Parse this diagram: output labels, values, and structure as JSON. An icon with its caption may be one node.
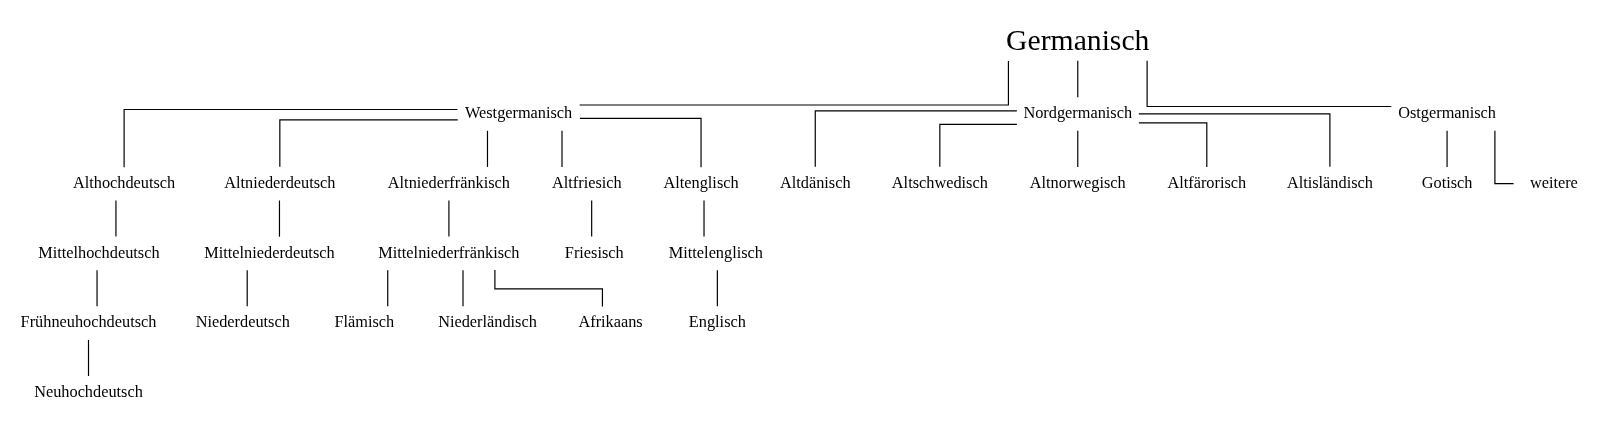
{
  "diagram": {
    "nodes": [
      {
        "text": [
          "Germanisch"
        ]
      },
      {
        "text": [
          "Westgermanisch"
        ]
      },
      {
        "text": [
          "Nordgermanisch"
        ]
      },
      {
        "text": [
          "Ostgermanisch"
        ]
      },
      {
        "text": [
          "Althochdeutsch"
        ]
      },
      {
        "text": [
          "Altniederdeutsch"
        ]
      },
      {
        "text": [
          "Altniederfränkisch"
        ]
      },
      {
        "text": [
          "Altfriesich"
        ]
      },
      {
        "text": [
          "Altenglisch"
        ]
      },
      {
        "text": [
          "Altdänisch"
        ]
      },
      {
        "text": [
          "Altschwedisch"
        ]
      },
      {
        "text": [
          "Altnorwegisch"
        ]
      },
      {
        "text": [
          "Altfärorisch"
        ]
      },
      {
        "text": [
          "Altisländisch"
        ]
      },
      {
        "text": [
          "Gotisch"
        ]
      },
      {
        "text": [
          "weitere"
        ]
      },
      {
        "text": [
          "Mittelhochdeutsch"
        ]
      },
      {
        "text": [
          "Mittelniederdeutsch"
        ]
      },
      {
        "text": [
          "Mittelniederfränkisch"
        ]
      },
      {
        "text": [
          "Friesisch"
        ]
      },
      {
        "text": [
          "Mittelenglisch"
        ]
      },
      {
        "text": [
          "Frühneuhochdeutsch"
        ]
      },
      {
        "text": [
          "Niederdeutsch"
        ]
      },
      {
        "text": [
          "Flämisch"
        ]
      },
      {
        "text": [
          "Niederländisch"
        ]
      },
      {
        "text": [
          "Afrikaans"
        ]
      },
      {
        "text": [
          "Englisch"
        ]
      },
      {
        "text": [
          "Neuhochdeutsch"
        ]
      }
    ],
    "edges": [
      {
        "from": 0,
        "to": 1,
        "arrow": "none"
      },
      {
        "from": 0,
        "to": 2,
        "arrow": "none"
      },
      {
        "from": 0,
        "to": 3,
        "arrow": "none"
      },
      {
        "from": 1,
        "to": 4,
        "arrow": "none"
      },
      {
        "from": 1,
        "to": 5,
        "arrow": "none"
      },
      {
        "from": 1,
        "to": 6,
        "arrow": "none"
      },
      {
        "from": 1,
        "to": 7,
        "arrow": "none"
      },
      {
        "from": 1,
        "to": 8,
        "arrow": "none"
      },
      {
        "from": 2,
        "to": 9,
        "arrow": "none"
      },
      {
        "from": 2,
        "to": 10,
        "arrow": "none"
      },
      {
        "from": 2,
        "to": 11,
        "arrow": "none"
      },
      {
        "from": 2,
        "to": 12,
        "arrow": "none"
      },
      {
        "from": 2,
        "to": 13,
        "arrow": "none"
      },
      {
        "from": 3,
        "to": 14,
        "arrow": "none"
      },
      {
        "from": 3,
        "to": 15,
        "arrow": "none"
      },
      {
        "from": 4,
        "to": 16,
        "arrow": "none"
      },
      {
        "from": 5,
        "to": 17,
        "arrow": "none"
      },
      {
        "from": 6,
        "to": 18,
        "arrow": "none"
      },
      {
        "from": 7,
        "to": 19,
        "arrow": "none"
      },
      {
        "from": 8,
        "to": 20,
        "arrow": "none"
      },
      {
        "from": 16,
        "to": 21,
        "arrow": "none"
      },
      {
        "from": 17,
        "to": 22,
        "arrow": "none"
      },
      {
        "from": 18,
        "to": 23,
        "arrow": "none"
      },
      {
        "from": 18,
        "to": 24,
        "arrow": "none"
      },
      {
        "from": 18,
        "to": 25,
        "arrow": "none"
      },
      {
        "from": 20,
        "to": 26,
        "arrow": "none"
      },
      {
        "from": 21,
        "to": 27,
        "arrow": "none"
      }
    ]
  }
}
